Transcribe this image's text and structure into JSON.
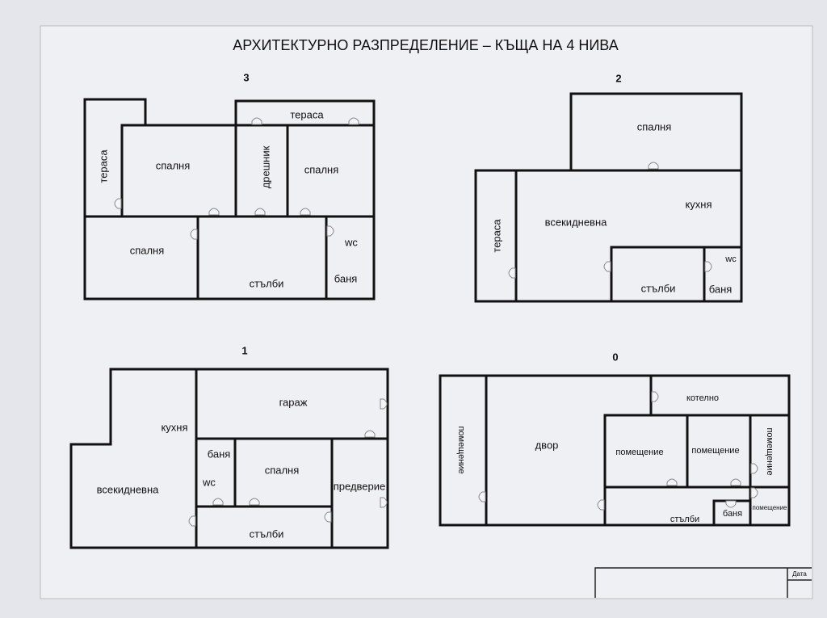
{
  "title": "АРХИТЕКТУРНО РАЗПРЕДЕЛЕНИЕ – КЪЩА НА 4 НИВА",
  "title_block": {
    "date_label": "Дата"
  },
  "floors": {
    "f3": {
      "level": "3",
      "rooms": {
        "terrace_left": "тераса",
        "bedroom_a": "спалня",
        "closet": "дрешник",
        "bedroom_b": "спалня",
        "terrace_top": "тераса",
        "bedroom_c": "спалня",
        "stairs": "стълби",
        "wc": "wc",
        "bath": "баня"
      }
    },
    "f2": {
      "level": "2",
      "rooms": {
        "bedroom": "спалня",
        "living": "всекидневна",
        "kitchen": "кухня",
        "terrace": "тераса",
        "stairs": "стълби",
        "wc": "wc",
        "bath": "баня"
      }
    },
    "f1": {
      "level": "1",
      "rooms": {
        "garage": "гараж",
        "kitchen": "кухня",
        "living": "всекидневна",
        "bath": "баня",
        "wc": "wc",
        "bedroom": "спалня",
        "hall": "предверие",
        "stairs": "стълби"
      }
    },
    "f0": {
      "level": "0",
      "rooms": {
        "room_left": "помещение",
        "yard": "двор",
        "boiler": "котелно",
        "room_a": "помещение",
        "room_b": "помещение",
        "room_c": "помещение",
        "stairs": "стълби",
        "bath": "баня",
        "room_d": "помещение"
      }
    }
  }
}
